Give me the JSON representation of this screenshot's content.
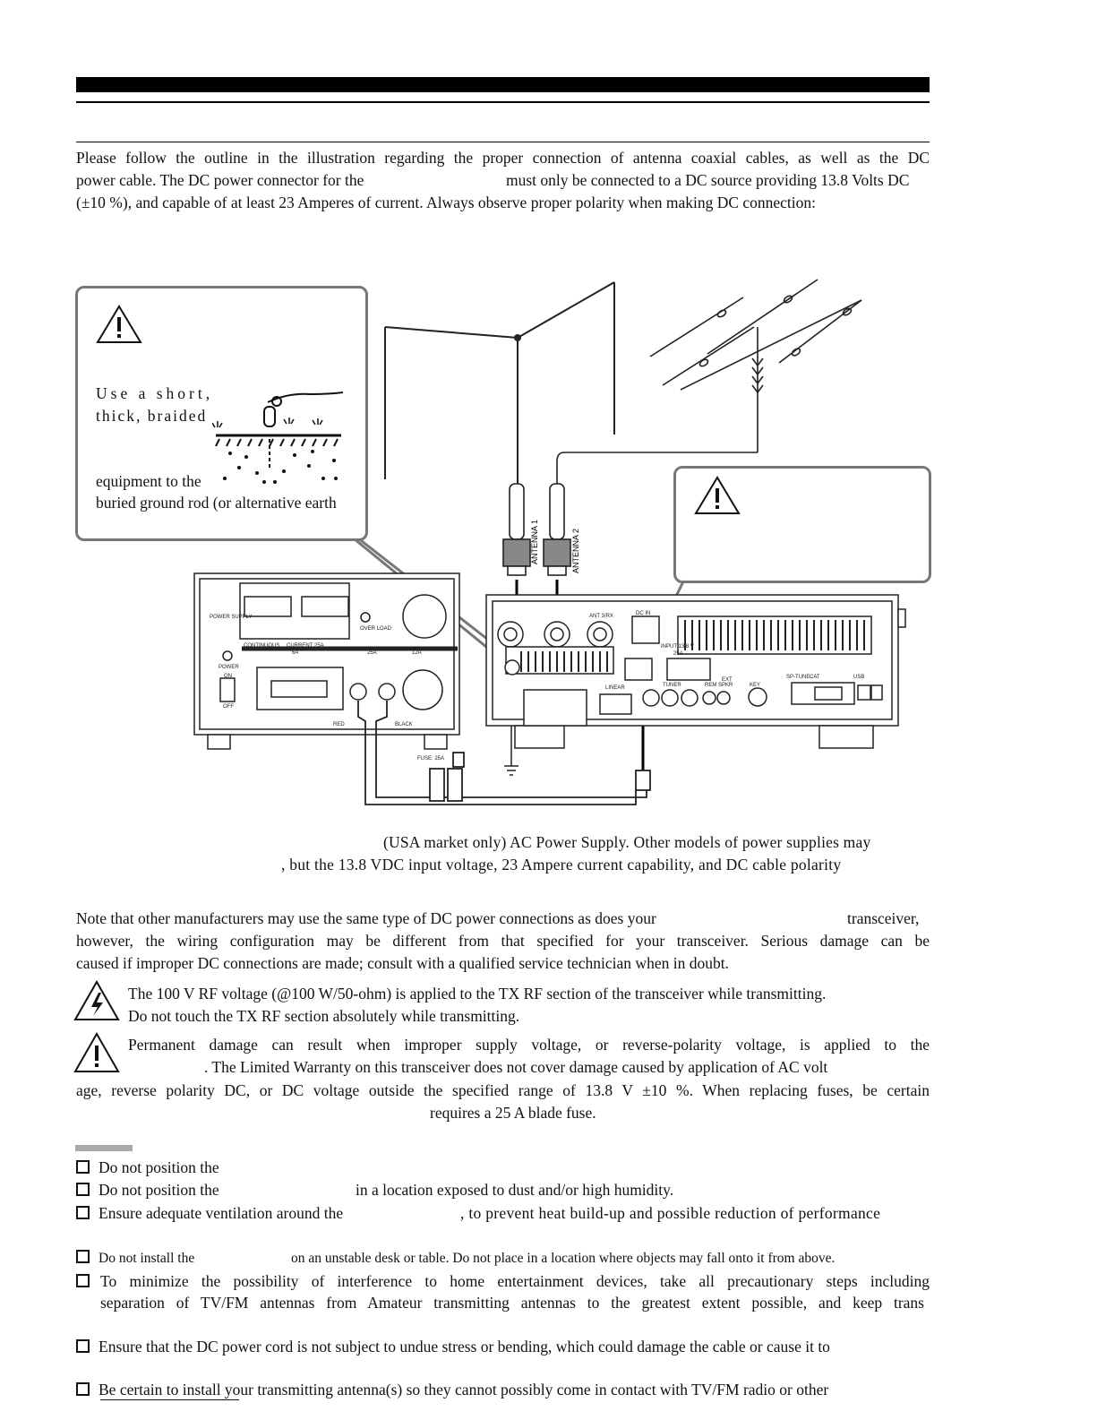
{
  "intro": {
    "line1": "Please follow the outline in the illustration regarding the proper connection of antenna coaxial cables, as well as the DC",
    "line2a": "power cable. The DC power connector for the",
    "line2b": "must only be connected to a DC source providing 13.8 Volts DC",
    "line3": "(±10 %), and capable of at least 23 Amperes of current. Always observe proper polarity when making DC connection:"
  },
  "ground_callout": {
    "line1": "Use a short,",
    "line2": "thick, braided",
    "line3": "equipment to the",
    "line4": "buried ground rod (or alternative earth"
  },
  "diagram": {
    "antenna1_label": "ANTENNA 1",
    "antenna2_label": "ANTENNA 2",
    "ps_power_supply": "POWER SUPPLY",
    "ps_over_load": "OVER LOAD",
    "ps_continuous": "CONTINUOUS",
    "ps_current": "CURRENT  25A",
    "ps_power": "POWER",
    "ps_on": "ON",
    "ps_off": "OFF",
    "ps_6a": "6A",
    "ps_25a": "25A",
    "ps_12a": "12A",
    "ps_red": "RED",
    "ps_black": "BLACK",
    "fuse_label": "FUSE: 25A",
    "dc_in": "DC IN",
    "input_label": "INPUT 13.8 V",
    "input_amp": "25A",
    "ant3_rx": "ANT 3/RX",
    "linear": "LINEAR",
    "tuner": "TUNER",
    "key": "KEY",
    "cat": "CAT",
    "usb": "USB",
    "ptune": "SP-TUNE",
    "rem": "REM",
    "spkr": "SPKR",
    "ext": "EXT"
  },
  "supply_caption": {
    "line1": "(USA market only) AC Power Supply. Other models of power supplies may",
    "line2": ", but the 13.8 VDC input voltage, 23 Ampere current capability, and DC cable polarity"
  },
  "note": {
    "line1a": "Note that other manufacturers may use the same type of DC power connections as does your",
    "line1b": "transceiver,",
    "line2": "however, the wiring configuration may be different from that specified for your transceiver. Serious damage can be",
    "line3": "caused if improper DC connections are made; consult with a qualified service technician when in doubt."
  },
  "warning1": {
    "line1": "The 100 V RF voltage (@100 W/50-ohm) is applied to the TX RF section of the transceiver while transmitting.",
    "line2": "Do not touch the TX RF section absolutely while transmitting."
  },
  "warning2": {
    "line1": "Permanent damage can result when improper supply voltage, or reverse-polarity voltage, is applied to the",
    "line2": ". The Limited Warranty on this transceiver does not cover damage caused by application of AC volt",
    "line3": "age, reverse polarity DC, or DC voltage outside the specified range of 13.8 V ±10 %. When replacing fuses, be certain",
    "line4": "requires a 25 A blade fuse."
  },
  "bullets": {
    "b1": "Do not position the",
    "b2a": "Do not position the",
    "b2b": "in a location exposed to dust and/or high humidity.",
    "b3a": "Ensure adequate ventilation around the",
    "b3b": ", to prevent heat build-up and possible reduction of performance",
    "b4a": "Do not install the",
    "b4b": "on an unstable desk or table. Do not place in a location where objects may fall onto it from above.",
    "b5_line1": "To minimize the possibility of interference to home entertainment devices, take all precautionary steps including",
    "b5_line2": "separation of TV/FM antennas from Amateur transmitting antennas to the greatest extent possible, and keep trans",
    "b6": "Ensure that the DC power cord is not subject to undue stress or bending, which could damage the cable or cause it to",
    "b7": "Be certain to install your transmitting antenna(s) so they cannot possibly come in contact with TV/FM radio or other"
  }
}
